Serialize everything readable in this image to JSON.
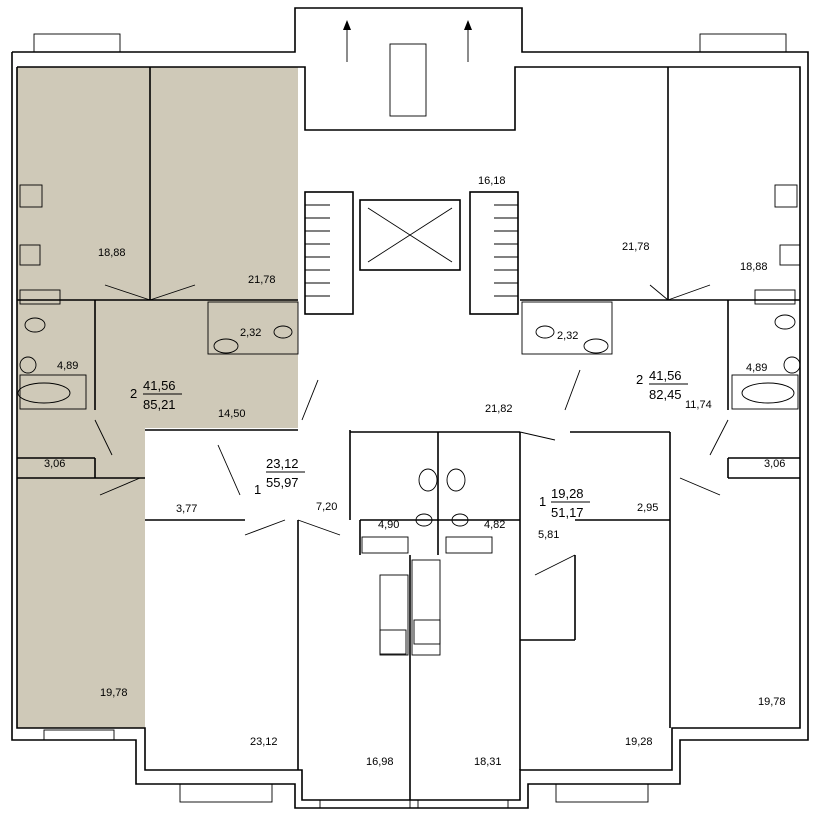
{
  "colors": {
    "highlight": "#cfc9b8",
    "ink": "#000000",
    "background": "#ffffff"
  },
  "apartments": [
    {
      "id": "left",
      "rooms_count": "2",
      "living_area": "41,56",
      "total_area": "85,21"
    },
    {
      "id": "center",
      "rooms_count": "1",
      "living_area": "23,12",
      "total_area": "55,97"
    },
    {
      "id": "center-right",
      "rooms_count": "1",
      "living_area": "19,28",
      "total_area": "51,17"
    },
    {
      "id": "right",
      "rooms_count": "2",
      "living_area": "41,56",
      "total_area": "82,45"
    }
  ],
  "rooms": {
    "left_room_18_88": "18,88",
    "left_room_21_78": "21,78",
    "left_bath_2_32": "2,32",
    "left_bath_4_89": "4,89",
    "left_hall_14_50": "14,50",
    "left_store_3_06": "3,06",
    "left_loggia_19_78": "19,78",
    "stair_16_18": "16,18",
    "corridor_21_82": "21,82",
    "c_hall_3_77": "3,77",
    "c_hall_7_20": "7,20",
    "c_bath_4_90": "4,90",
    "c_bath_4_82": "4,82",
    "c_room_23_12": "23,12",
    "c_kitchen_16_98": "16,98",
    "c_kitchen_18_31": "18,31",
    "cr_hall_5_81": "5,81",
    "cr_store_2_95": "2,95",
    "cr_room_19_28": "19,28",
    "right_room_21_78": "21,78",
    "right_room_18_88": "18,88",
    "right_bath_2_32": "2,32",
    "right_bath_4_89": "4,89",
    "right_hall_11_74": "11,74",
    "right_store_3_06": "3,06",
    "right_loggia_19_78": "19,78"
  }
}
